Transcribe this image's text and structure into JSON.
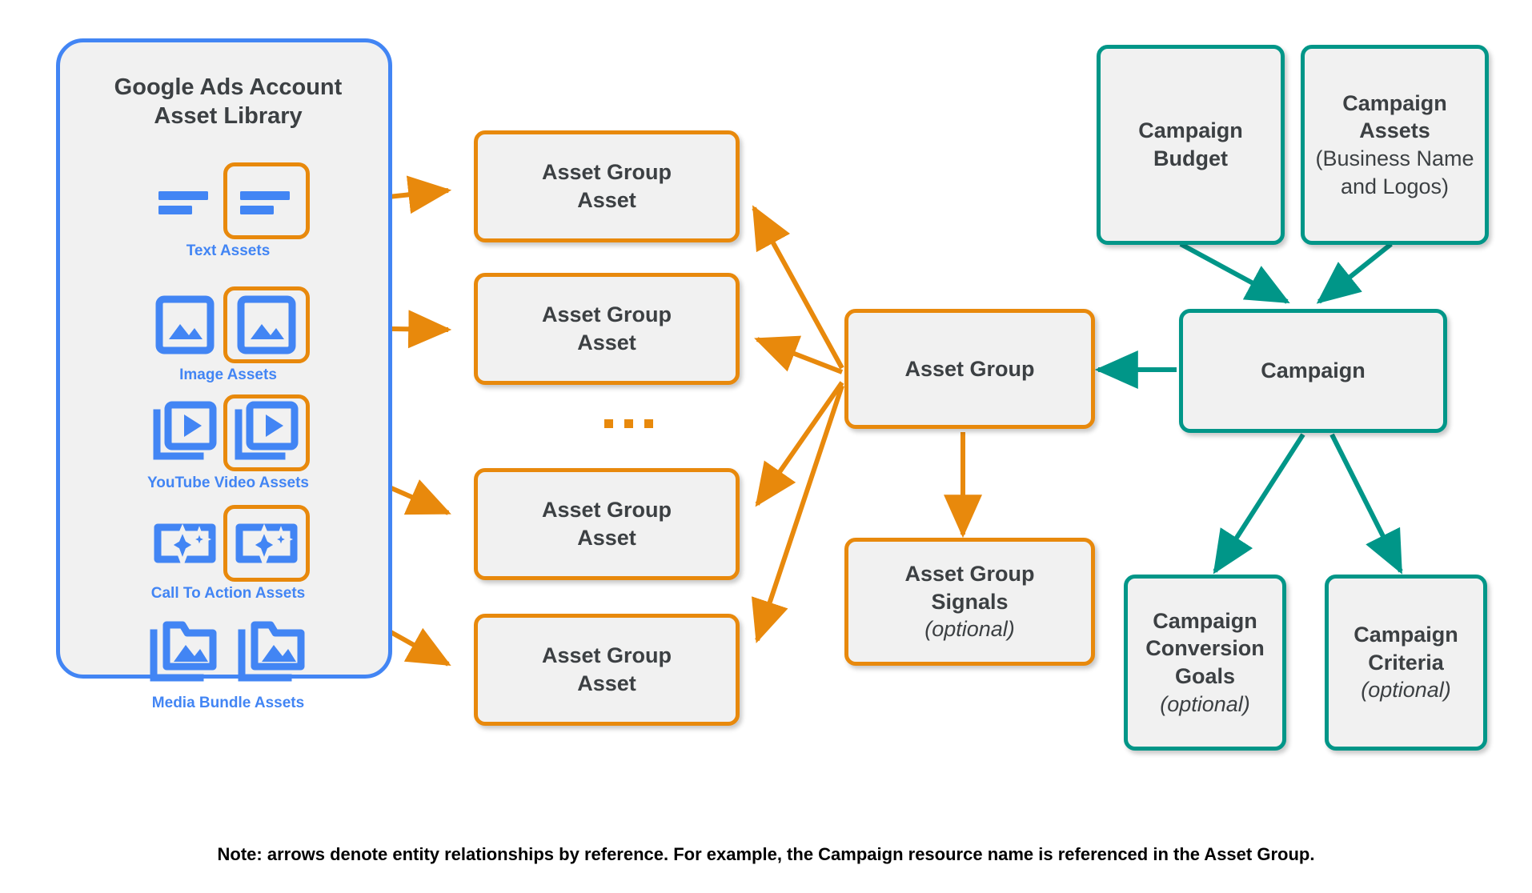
{
  "library": {
    "title_line1": "Google Ads Account",
    "title_line2": "Asset Library",
    "border_color": "#4285F4",
    "fill_color": "#F1F1F1",
    "rows": [
      {
        "label": "Text Assets",
        "icon": "text-asset-icon"
      },
      {
        "label": "Image Assets",
        "icon": "image-asset-icon"
      },
      {
        "label": "YouTube Video  Assets",
        "icon": "video-asset-icon"
      },
      {
        "label": "Call To Action Assets",
        "icon": "call-to-action-asset-icon"
      },
      {
        "label": "Media Bundle  Assets",
        "icon": "media-bundle-asset-icon"
      }
    ]
  },
  "asset_group_assets": [
    {
      "line1": "Asset Group",
      "line2": "Asset"
    },
    {
      "line1": "Asset Group",
      "line2": "Asset"
    },
    {
      "line1": "Asset Group",
      "line2": "Asset"
    },
    {
      "line1": "Asset Group",
      "line2": "Asset"
    }
  ],
  "ellipsis": "...",
  "center": {
    "asset_group": "Asset Group",
    "asset_group_signals_line1": "Asset Group",
    "asset_group_signals_line2": "Signals",
    "asset_group_signals_optional": "(optional)"
  },
  "campaign_side": {
    "campaign_budget_line1": "Campaign",
    "campaign_budget_line2": "Budget",
    "campaign_assets_line1": "Campaign",
    "campaign_assets_line2": "Assets",
    "campaign_assets_sub": "(Business Name and Logos)",
    "campaign": "Campaign",
    "conversion_goals_line1": "Campaign",
    "conversion_goals_line2": "Conversion",
    "conversion_goals_line3": "Goals",
    "conversion_goals_optional": "(optional)",
    "criteria_line1": "Campaign",
    "criteria_line2": "Criteria",
    "criteria_optional": "(optional)"
  },
  "footer": {
    "note": "Note: arrows denote entity relationships by reference. For example, the Campaign resource name is referenced in the Asset Group."
  },
  "colors": {
    "blue": "#4285F4",
    "orange": "#E8890C",
    "teal": "#009688",
    "node_fill": "#F1F1F1",
    "text": "#3c4043"
  }
}
